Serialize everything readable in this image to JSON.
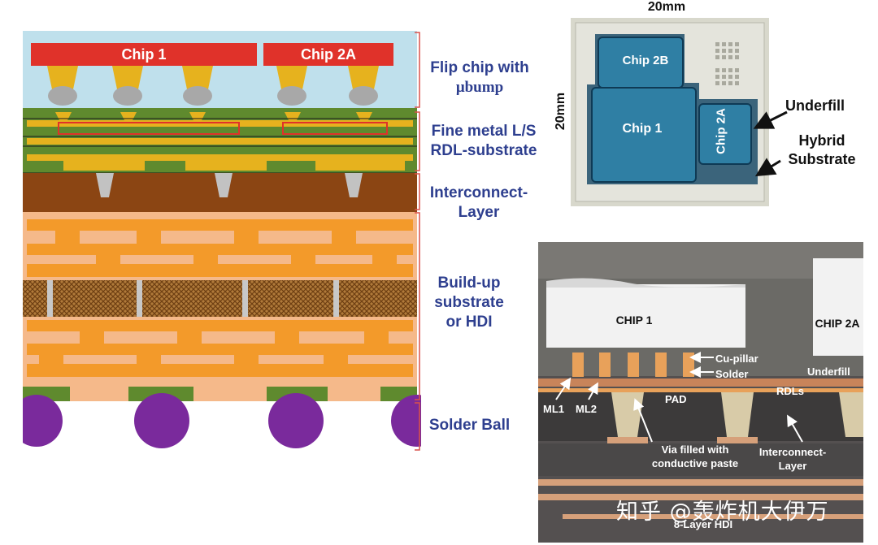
{
  "cross_section": {
    "chip1": "Chip 1",
    "chip2a": "Chip 2A",
    "layers": [
      {
        "label_lines": [
          "Flip chip with",
          "μbump"
        ]
      },
      {
        "label_lines": [
          "Fine metal L/S",
          "RDL-substrate"
        ]
      },
      {
        "label_lines": [
          "Interconnect-",
          "Layer"
        ]
      },
      {
        "label_lines": [
          "Build-up",
          "substrate",
          "or HDI"
        ]
      },
      {
        "label_lines": [
          "Solder Ball"
        ]
      }
    ]
  },
  "package_photo": {
    "dim_top": "20mm",
    "dim_left": "20mm",
    "chip2b": "Chip 2B",
    "chip1": "Chip 1",
    "chip2a": "Chip 2A",
    "underfill": "Underfill",
    "hybrid_lines": [
      "Hybrid",
      "Substrate"
    ]
  },
  "micrograph": {
    "chip1": "CHIP 1",
    "chip2a": "CHIP 2A",
    "cu_pillar": "Cu-pillar",
    "solder": "Solder",
    "underfill": "Underfill",
    "rdls": "RDLs",
    "ml1": "ML1",
    "ml2": "ML2",
    "pad": "PAD",
    "via_lines": [
      "Via filled with",
      "conductive paste"
    ],
    "interconnect_lines": [
      "Interconnect-",
      "Layer"
    ],
    "hdi": "8-Layer HDI",
    "watermark": "知乎 @轰炸机大伊万"
  }
}
